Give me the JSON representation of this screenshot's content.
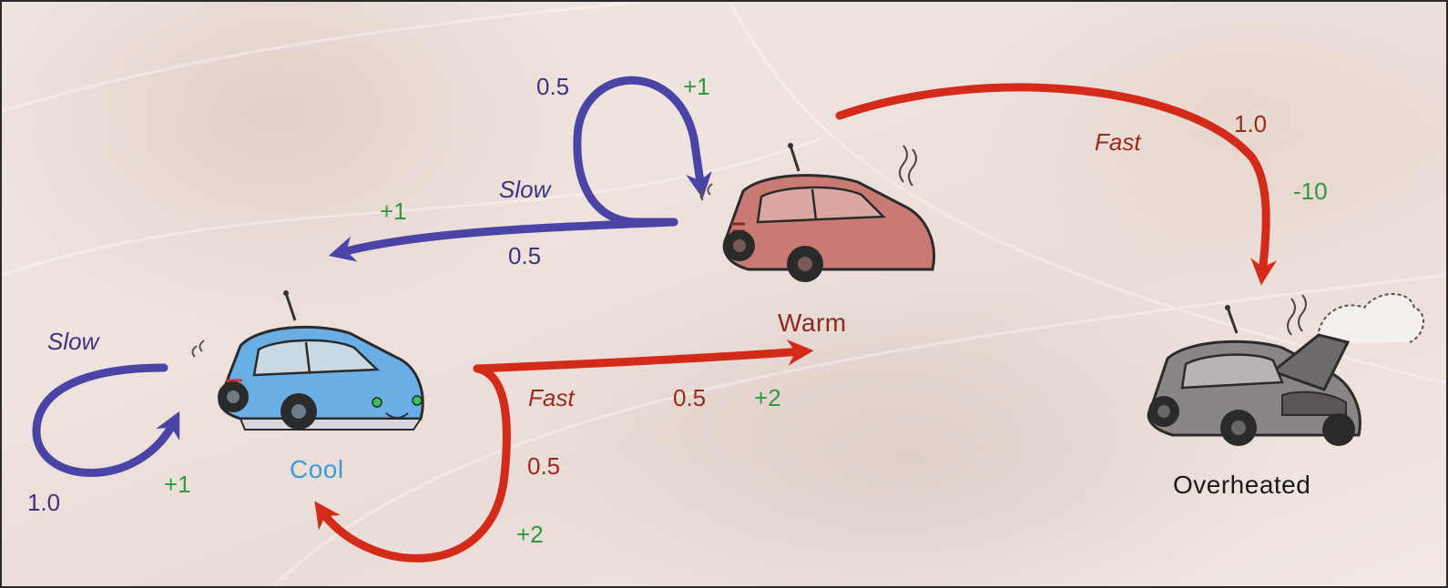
{
  "colors": {
    "slow_arrow": "#4a44a6",
    "fast_arrow": "#d32a1a",
    "reward": "#2f9a3e",
    "cool_label": "#3d9cd6",
    "warm_label": "#8c2a20",
    "overheated_label": "#1a1a1a",
    "cool_car": "#6aaee6",
    "warm_car": "#c97a74",
    "overheated_car": "#8a8686"
  },
  "states": {
    "cool": "Cool",
    "warm": "Warm",
    "overheated": "Overheated"
  },
  "actions": {
    "slow": "Slow",
    "fast": "Fast"
  },
  "edges": {
    "cool_slow_self": {
      "prob": "1.0",
      "reward": "+1"
    },
    "cool_fast_to_warm": {
      "prob": "0.5",
      "reward": "+2"
    },
    "cool_fast_self": {
      "prob": "0.5",
      "reward": "+2"
    },
    "warm_slow_self": {
      "prob": "0.5",
      "reward": "+1"
    },
    "warm_slow_to_cool": {
      "prob": "0.5",
      "reward": "+1"
    },
    "warm_fast_to_overheated": {
      "prob": "1.0",
      "reward": "-10"
    }
  },
  "icons": {
    "cool": "blue-car-icon",
    "warm": "red-car-icon",
    "overheated": "broken-car-icon"
  }
}
